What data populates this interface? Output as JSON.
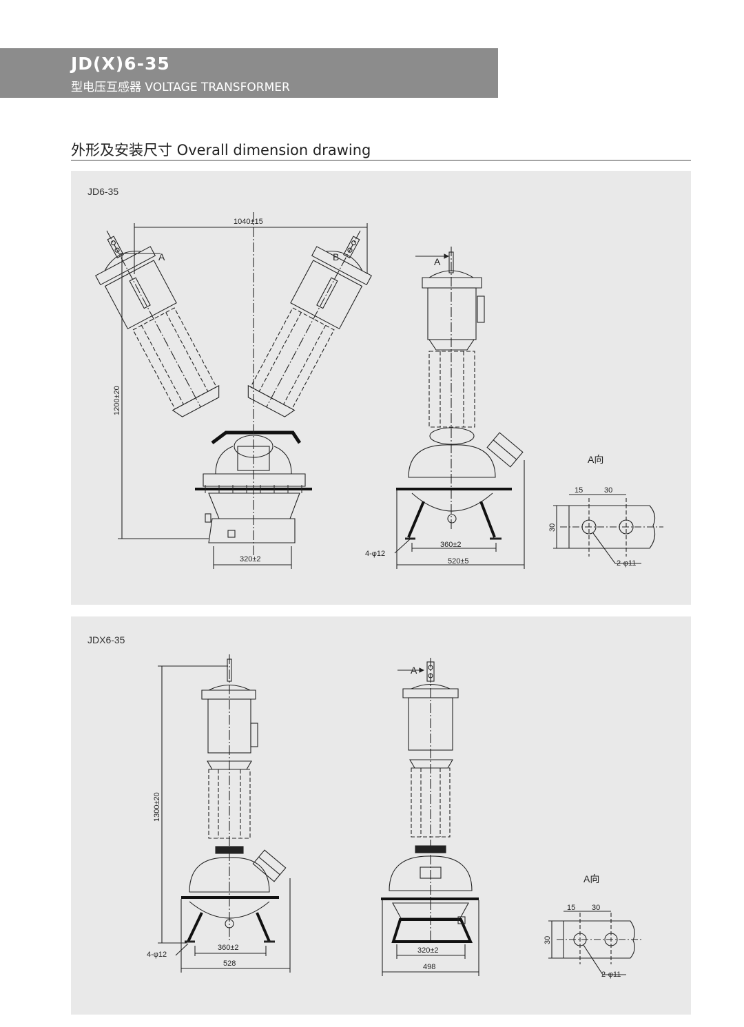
{
  "header": {
    "model": "JD(X)6-35",
    "subtitle": "型电压互感器 VOLTAGE TRANSFORMER"
  },
  "section": {
    "title": "外形及安装尺寸  Overall dimension drawing"
  },
  "colors": {
    "header_bar": "#8c8c8c",
    "panel_bg": "#e9e9e9",
    "line": "#222222"
  },
  "panels": [
    {
      "label": "JD6-35",
      "front_view": {
        "terminal_a": "A",
        "terminal_b": "B",
        "width_dim": "1040±15",
        "height_dim": "1200±20",
        "base_dim": "320±2"
      },
      "side_view": {
        "arrow_label": "A",
        "mount_holes": "4-φ12",
        "hole_spacing": "360±2",
        "base_width": "520±5"
      },
      "terminal_detail": {
        "title": "A向",
        "dim_15": "15",
        "dim_30_h": "30",
        "dim_30_v": "30",
        "holes": "2-φ11"
      }
    },
    {
      "label": "JDX6-35",
      "front_view": {
        "height_dim": "1300±20",
        "mount_holes": "4-φ12",
        "hole_spacing": "360±2",
        "base_width": "528"
      },
      "side_view": {
        "arrow_label": "A",
        "base_dim": "320±2",
        "overall_width": "498"
      },
      "terminal_detail": {
        "title": "A向",
        "dim_15": "15",
        "dim_30_h": "30",
        "dim_30_v": "30",
        "holes": "2-φ11"
      }
    }
  ]
}
